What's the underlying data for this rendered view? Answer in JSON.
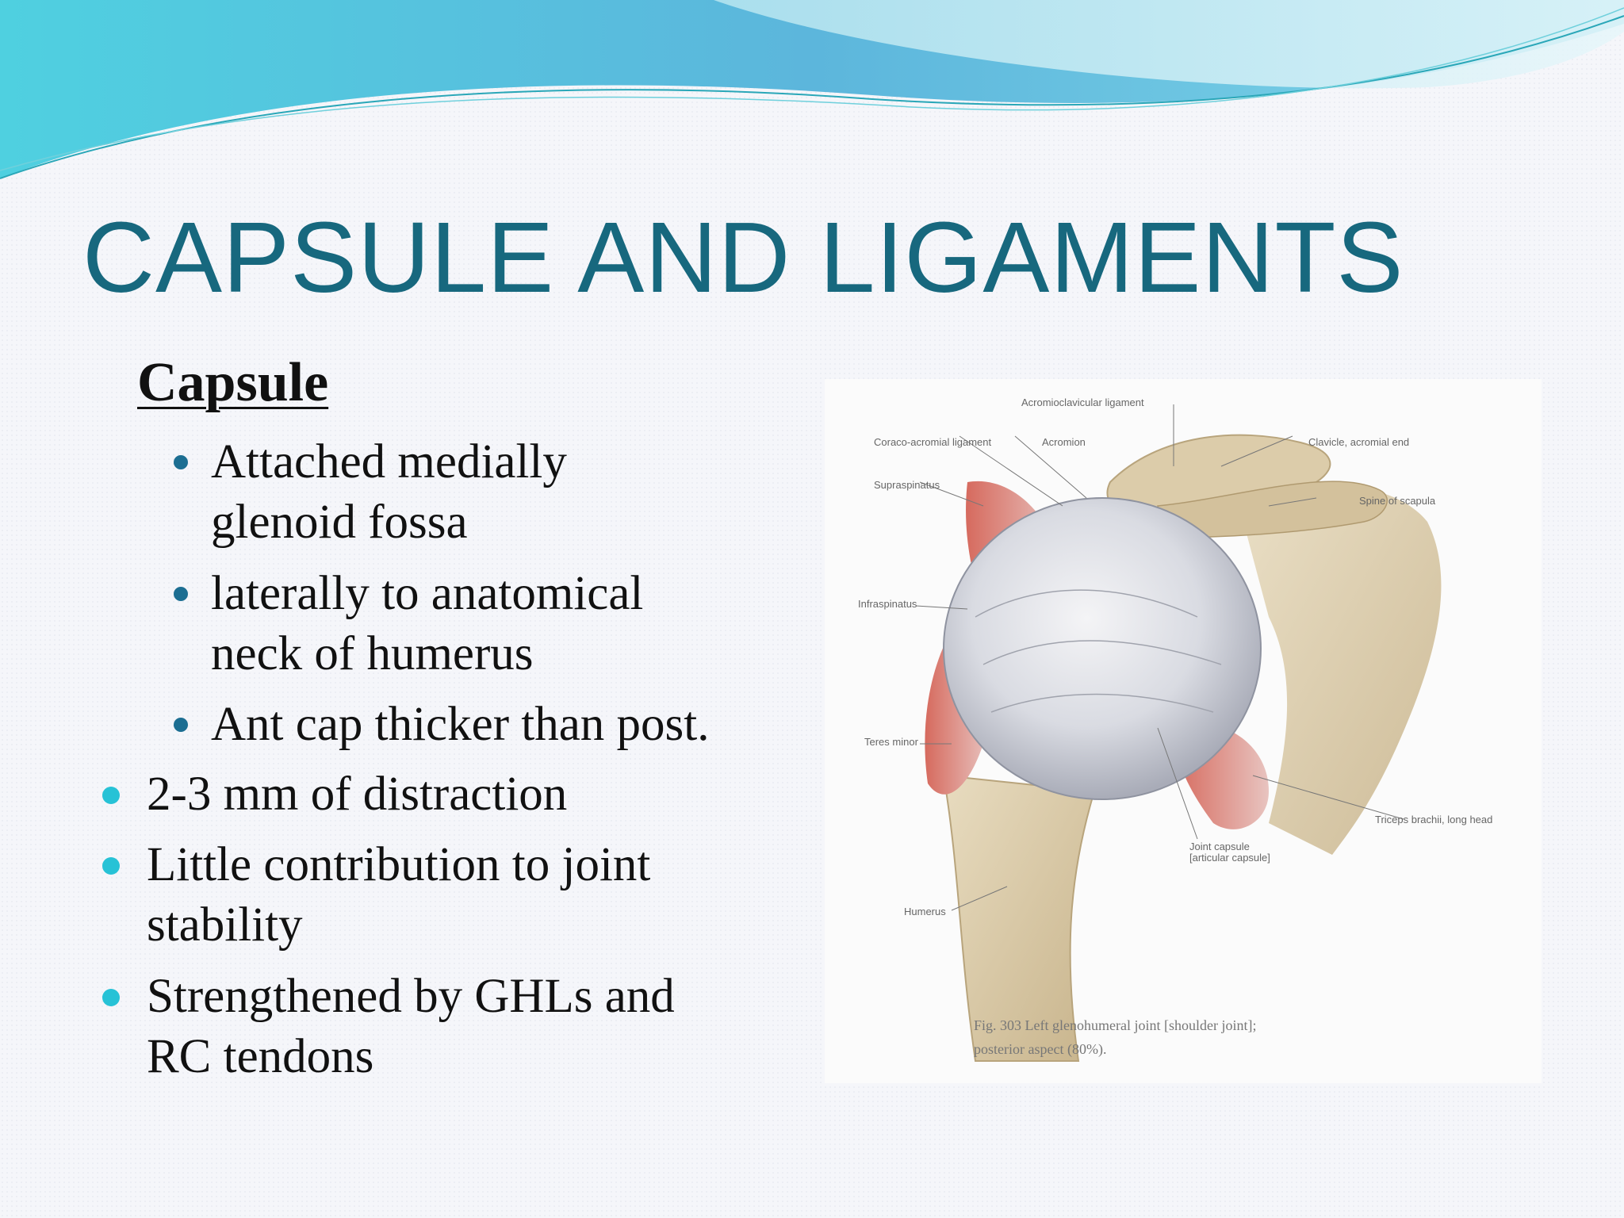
{
  "slide": {
    "title": "CAPSULE AND LIGAMENTS",
    "heading": "Capsule",
    "sub_bullets": [
      {
        "lines": [
          "Attached medially",
          "glenoid fossa"
        ]
      },
      {
        "lines": [
          "laterally to anatomical",
          "neck of humerus"
        ]
      },
      {
        "lines": [
          "Ant cap thicker than post."
        ]
      }
    ],
    "main_bullets": [
      {
        "lines": [
          "2-3 mm of distraction"
        ]
      },
      {
        "lines": [
          "Little contribution to joint",
          "stability"
        ]
      },
      {
        "lines": [
          "Strengthened by GHLs and",
          "RC tendons"
        ]
      }
    ],
    "colors": {
      "title": "#17687e",
      "sub_bullet": "#1c6e92",
      "main_bullet": "#27c2d6"
    }
  },
  "figure": {
    "labels": {
      "acromioclavicular": "Acromioclavicular ligament",
      "coraco_acromial": "Coraco-acromial ligament",
      "acromion": "Acromion",
      "clavicle": "Clavicle, acromial end",
      "supraspinatus": "Supraspinatus",
      "spine": "Spine of scapula",
      "infraspinatus": "Infraspinatus",
      "teres_minor": "Teres minor",
      "triceps": "Triceps brachii, long head",
      "joint_capsule_1": "Joint capsule",
      "joint_capsule_2": "[articular capsule]",
      "humerus": "Humerus"
    },
    "caption_line1": "Fig. 303   Left glenohumeral joint [shoulder joint];",
    "caption_line2": "posterior aspect (80%)."
  }
}
